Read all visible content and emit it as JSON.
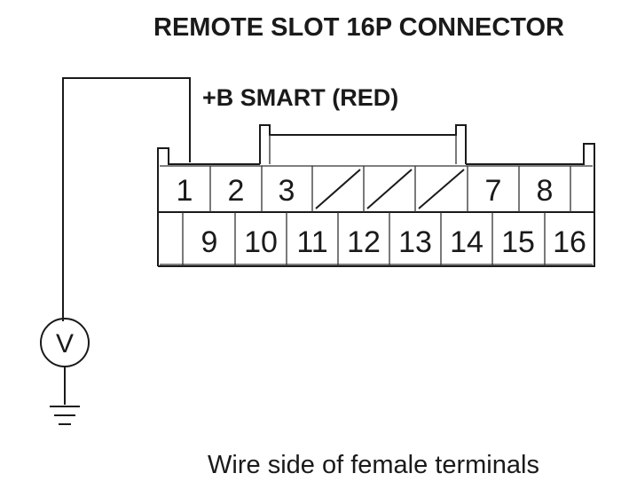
{
  "title": "REMOTE SLOT 16P CONNECTOR",
  "probe_label": "+B SMART (RED)",
  "caption": "Wire side of female terminals",
  "meter_symbol": "V",
  "top_row": [
    "1",
    "2",
    "3",
    "",
    "",
    "",
    "7",
    "8"
  ],
  "bottom_row": [
    "",
    "9",
    "10",
    "11",
    "12",
    "13",
    "14",
    "15",
    "16"
  ],
  "colors": {
    "ink": "#1a1a1a",
    "background": "#ffffff"
  }
}
